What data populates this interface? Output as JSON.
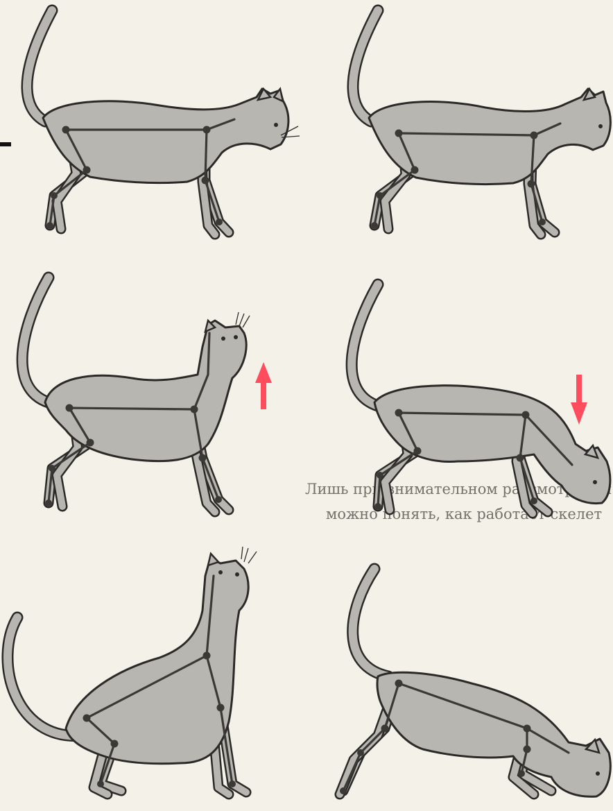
{
  "background_text": {
    "line_1": "Лишь при внимательном рассмотрении",
    "line_2": "можно понять, как работает скелет"
  },
  "panels": [
    {
      "id": "standing-1",
      "pose": "standing",
      "head": "level"
    },
    {
      "id": "standing-2",
      "pose": "standing",
      "head": "level"
    },
    {
      "id": "head-raised",
      "pose": "standing",
      "head": "raised",
      "arrow": "up"
    },
    {
      "id": "head-lowered",
      "pose": "standing",
      "head": "lowered",
      "arrow": "down"
    },
    {
      "id": "sitting-up",
      "pose": "haunches",
      "head": "raised"
    },
    {
      "id": "crouching",
      "pose": "crouch",
      "head": "lowered"
    }
  ],
  "colors": {
    "fur": "#b8b6b1",
    "outline": "#2b2a28",
    "skeleton": "#3a3936",
    "arrow": "#ff4d5e",
    "paper": "#f4f1e8"
  }
}
